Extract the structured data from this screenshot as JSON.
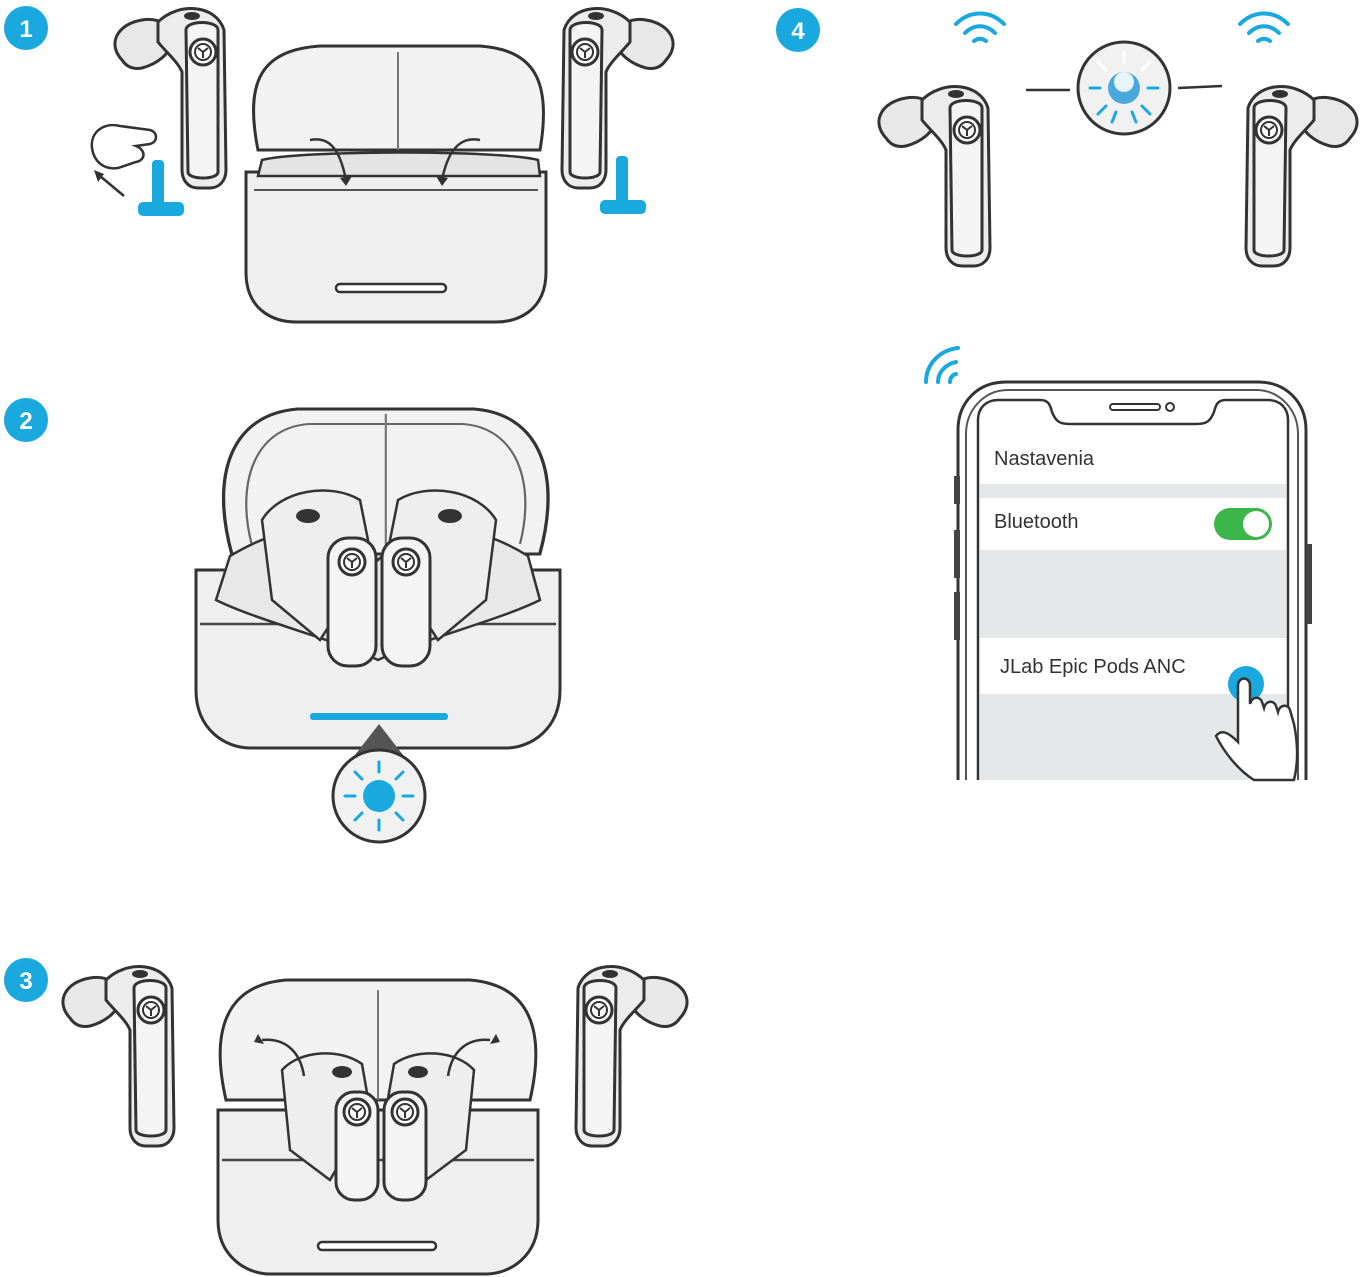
{
  "steps": [
    {
      "number": "1"
    },
    {
      "number": "2"
    },
    {
      "number": "3"
    },
    {
      "number": "4"
    }
  ],
  "phone": {
    "settings_label": "Nastavenia",
    "bluetooth_label": "Bluetooth",
    "bluetooth_on": true,
    "device_name": "JLab Epic Pods ANC"
  },
  "colors": {
    "accent": "#1aa9de",
    "toggle_green": "#3cb64a",
    "outline": "#3a3a3a",
    "body_fill": "#ececec",
    "screen_row": "#e6e7e8"
  },
  "icons": {
    "brand_logo": "jlab-logo-icon",
    "wifi": "wireless-signal-icon",
    "hand": "pointing-hand-icon",
    "led": "blinking-led-icon"
  }
}
